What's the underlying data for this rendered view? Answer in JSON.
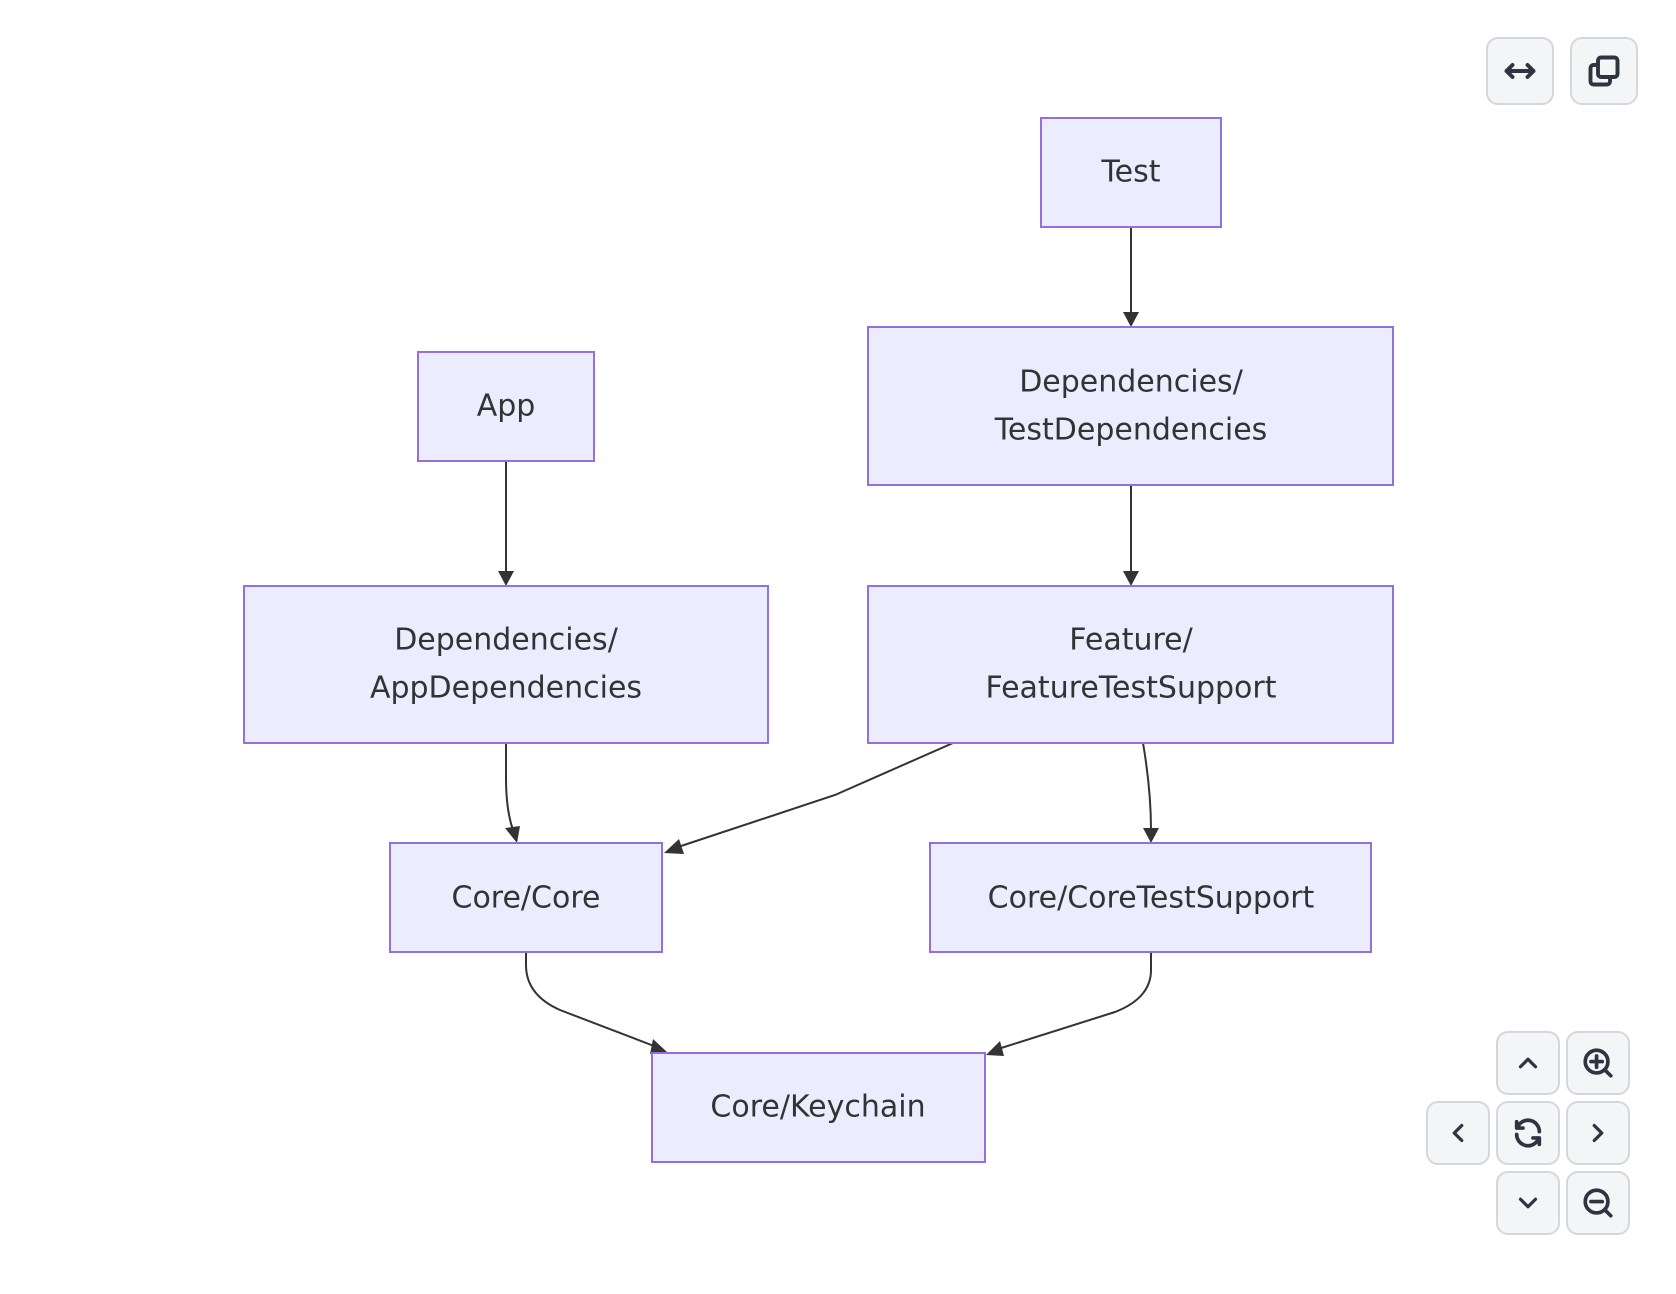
{
  "diagram": {
    "type": "flowchart",
    "direction": "top-down",
    "colors": {
      "node_fill": "#ececff",
      "node_stroke": "#9370db",
      "text": "#333333",
      "edge": "#333333"
    },
    "nodes": [
      {
        "id": "test",
        "lines": [
          "Test"
        ]
      },
      {
        "id": "test_deps",
        "lines": [
          "Dependencies/",
          "TestDependencies"
        ]
      },
      {
        "id": "app",
        "lines": [
          "App"
        ]
      },
      {
        "id": "app_deps",
        "lines": [
          "Dependencies/",
          "AppDependencies"
        ]
      },
      {
        "id": "feature_test_support",
        "lines": [
          "Feature/",
          "FeatureTestSupport"
        ]
      },
      {
        "id": "core_core",
        "lines": [
          "Core/Core"
        ]
      },
      {
        "id": "core_test_support",
        "lines": [
          "Core/CoreTestSupport"
        ]
      },
      {
        "id": "core_keychain",
        "lines": [
          "Core/Keychain"
        ]
      }
    ],
    "edges": [
      {
        "from": "test",
        "to": "test_deps"
      },
      {
        "from": "app",
        "to": "app_deps"
      },
      {
        "from": "test_deps",
        "to": "feature_test_support"
      },
      {
        "from": "app_deps",
        "to": "core_core"
      },
      {
        "from": "feature_test_support",
        "to": "core_core"
      },
      {
        "from": "feature_test_support",
        "to": "core_test_support"
      },
      {
        "from": "core_core",
        "to": "core_keychain"
      },
      {
        "from": "core_test_support",
        "to": "core_keychain"
      }
    ]
  },
  "toolbar": {
    "buttons": [
      {
        "id": "fit-width",
        "icon": "arrows-horizontal-icon"
      },
      {
        "id": "copy",
        "icon": "copy-icon"
      }
    ]
  },
  "controls": {
    "buttons": [
      {
        "id": "pan-up",
        "icon": "chevron-up-icon"
      },
      {
        "id": "zoom-in",
        "icon": "zoom-in-icon"
      },
      {
        "id": "pan-left",
        "icon": "chevron-left-icon"
      },
      {
        "id": "reset",
        "icon": "refresh-icon"
      },
      {
        "id": "pan-right",
        "icon": "chevron-right-icon"
      },
      {
        "id": "pan-down",
        "icon": "chevron-down-icon"
      },
      {
        "id": "zoom-out",
        "icon": "zoom-out-icon"
      }
    ]
  }
}
